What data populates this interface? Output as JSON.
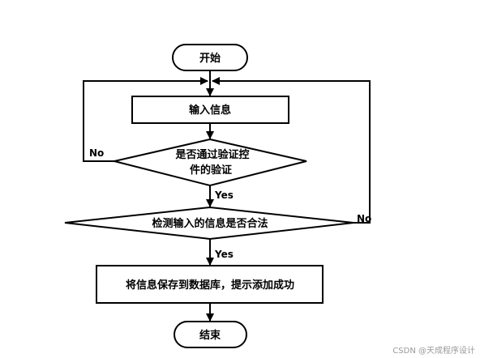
{
  "nodes": {
    "start": "开始",
    "input": "输入信息",
    "verify_line1": "是否通过验证控",
    "verify_line2": "件的验证",
    "check": "检测输入的信息是否合法",
    "save": "将信息保存到数据库，提示添加成功",
    "end": "结束"
  },
  "edges": {
    "verify_no": "No",
    "verify_yes": "Yes",
    "check_no": "No",
    "check_yes": "Yes"
  },
  "watermark": "CSDN @天成程序设计"
}
